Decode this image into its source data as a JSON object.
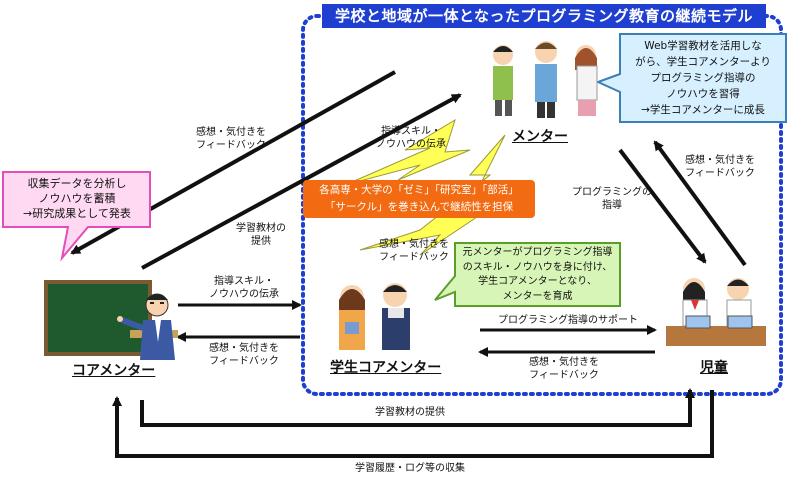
{
  "title": "学校と地域が一体となったプログラミング教育の継続モデル",
  "roles": {
    "core_mentor": "コアメンター",
    "mentor": "メンター",
    "student_core_mentor": "学生コアメンター",
    "children": "児童"
  },
  "callouts": {
    "core_mentor": [
      "収集データを分析し",
      "ノウハウを蓄積",
      "→研究成果として発表"
    ],
    "mentor": [
      "Web学習教材を活用しな",
      "がら、学生コアメンターより",
      "プログラミング指導の",
      "ノウハウを習得",
      "→学生コアメンターに成長"
    ],
    "student": [
      "元メンターがプログラミング指導",
      "のスキル・ノウハウを身に付け、",
      "学生コアメンターとなり、",
      "メンターを育成"
    ],
    "orange": [
      "各高専・大学の「ゼミ」「研究室」「部活」",
      "「サークル」を巻き込んで継続性を担保"
    ]
  },
  "labels": {
    "feedback_mentor_to_core": [
      "感想・気付きを",
      "フィードバック"
    ],
    "materials_core_to_mentor": [
      "学習教材の",
      "提供"
    ],
    "skill_core_to_student": [
      "指導スキル・",
      "ノウハウの伝承"
    ],
    "feedback_student_to_core": [
      "感想・気付きを",
      "フィードバック"
    ],
    "skill_student_to_mentor": [
      "指導スキル・",
      "ノウハウの伝承"
    ],
    "feedback_mentor_to_student": [
      "感想・気付きを",
      "フィードバック"
    ],
    "programming_guidance": [
      "プログラミングの",
      "指導"
    ],
    "feedback_children_to_mentor": [
      "感想・気付きを",
      "フィードバック"
    ],
    "support": "プログラミング指導のサポート",
    "feedback_children_to_student": [
      "感想・気付きを",
      "フィードバック"
    ],
    "materials_provision": "学習教材の提供",
    "log_collection": "学習履歴・ログ等の収集"
  },
  "colors": {
    "title_bg": "#1f3fd1",
    "dotted_border": "#1f3fd1",
    "callout_pink": "#ffd9f2",
    "callout_pink_border": "#e24fb8",
    "callout_blue": "#d6f0ff",
    "callout_blue_border": "#3a7fb6",
    "callout_green": "#d8f5b8",
    "callout_green_border": "#5a9e2a",
    "orange": "#f26b12",
    "lightning": "#ffff55",
    "blackboard": "#1f5a2e"
  }
}
